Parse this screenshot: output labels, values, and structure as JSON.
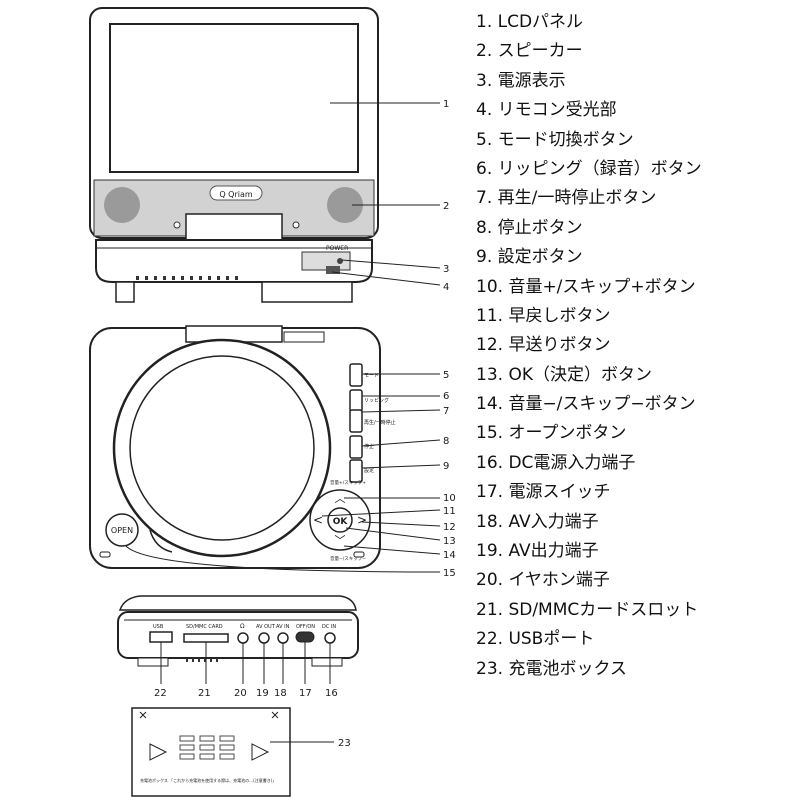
{
  "device": {
    "brand_logo": "Q Qriam",
    "power_label": "POWER",
    "open_label": "OPEN",
    "ok_label": "OK"
  },
  "button_labels": {
    "mode": "モード",
    "ripping": "リッピング",
    "play_pause": "再生/一時停止",
    "stop": "停止",
    "settings": "設定",
    "volume_up": "音量+/スキップ+",
    "rewind": "早戻し",
    "fast_forward": "早送り",
    "volume_down": "音量−/スキップ−"
  },
  "ports": {
    "usb": "USB",
    "sd": "SD/MMC CARD",
    "headphone_symbol": "Ω",
    "av_out": "AV OUT",
    "av_in": "AV IN",
    "power_switch": "OFF/ON",
    "dc_in": "DC IN"
  },
  "battery_note": "充電池ボックス 「これから充電池を使用する際は、充電池の…(注意書き)」",
  "callouts": {
    "c1": "1",
    "c2": "2",
    "c3": "3",
    "c4": "4",
    "c5": "5",
    "c6": "6",
    "c7": "7",
    "c8": "8",
    "c9": "9",
    "c10": "10",
    "c11": "11",
    "c12": "12",
    "c13": "13",
    "c14": "14",
    "c15": "15",
    "c16": "16",
    "c17": "17",
    "c18": "18",
    "c19": "19",
    "c20": "20",
    "c21": "21",
    "c22": "22",
    "c23": "23"
  },
  "parts": [
    "1. LCDパネル",
    "2. スピーカー",
    "3. 電源表示",
    "4. リモコン受光部",
    "5. モード切換ボタン",
    "6. リッピング（録音）ボタン",
    "7. 再生/一時停止ボタン",
    "8. 停止ボタン",
    "9. 設定ボタン",
    "10. 音量+/スキップ+ボタン",
    "11. 早戻しボタン",
    "12. 早送りボタン",
    "13. OK（決定）ボタン",
    "14. 音量−/スキップ−ボタン",
    "15. オープンボタン",
    "16. DC電源入力端子",
    "17. 電源スイッチ",
    "18. AV入力端子",
    "19. AV出力端子",
    "20. イヤホン端子",
    "21. SD/MMCカードスロット",
    "22. USBポート",
    "23. 充電池ボックス"
  ]
}
